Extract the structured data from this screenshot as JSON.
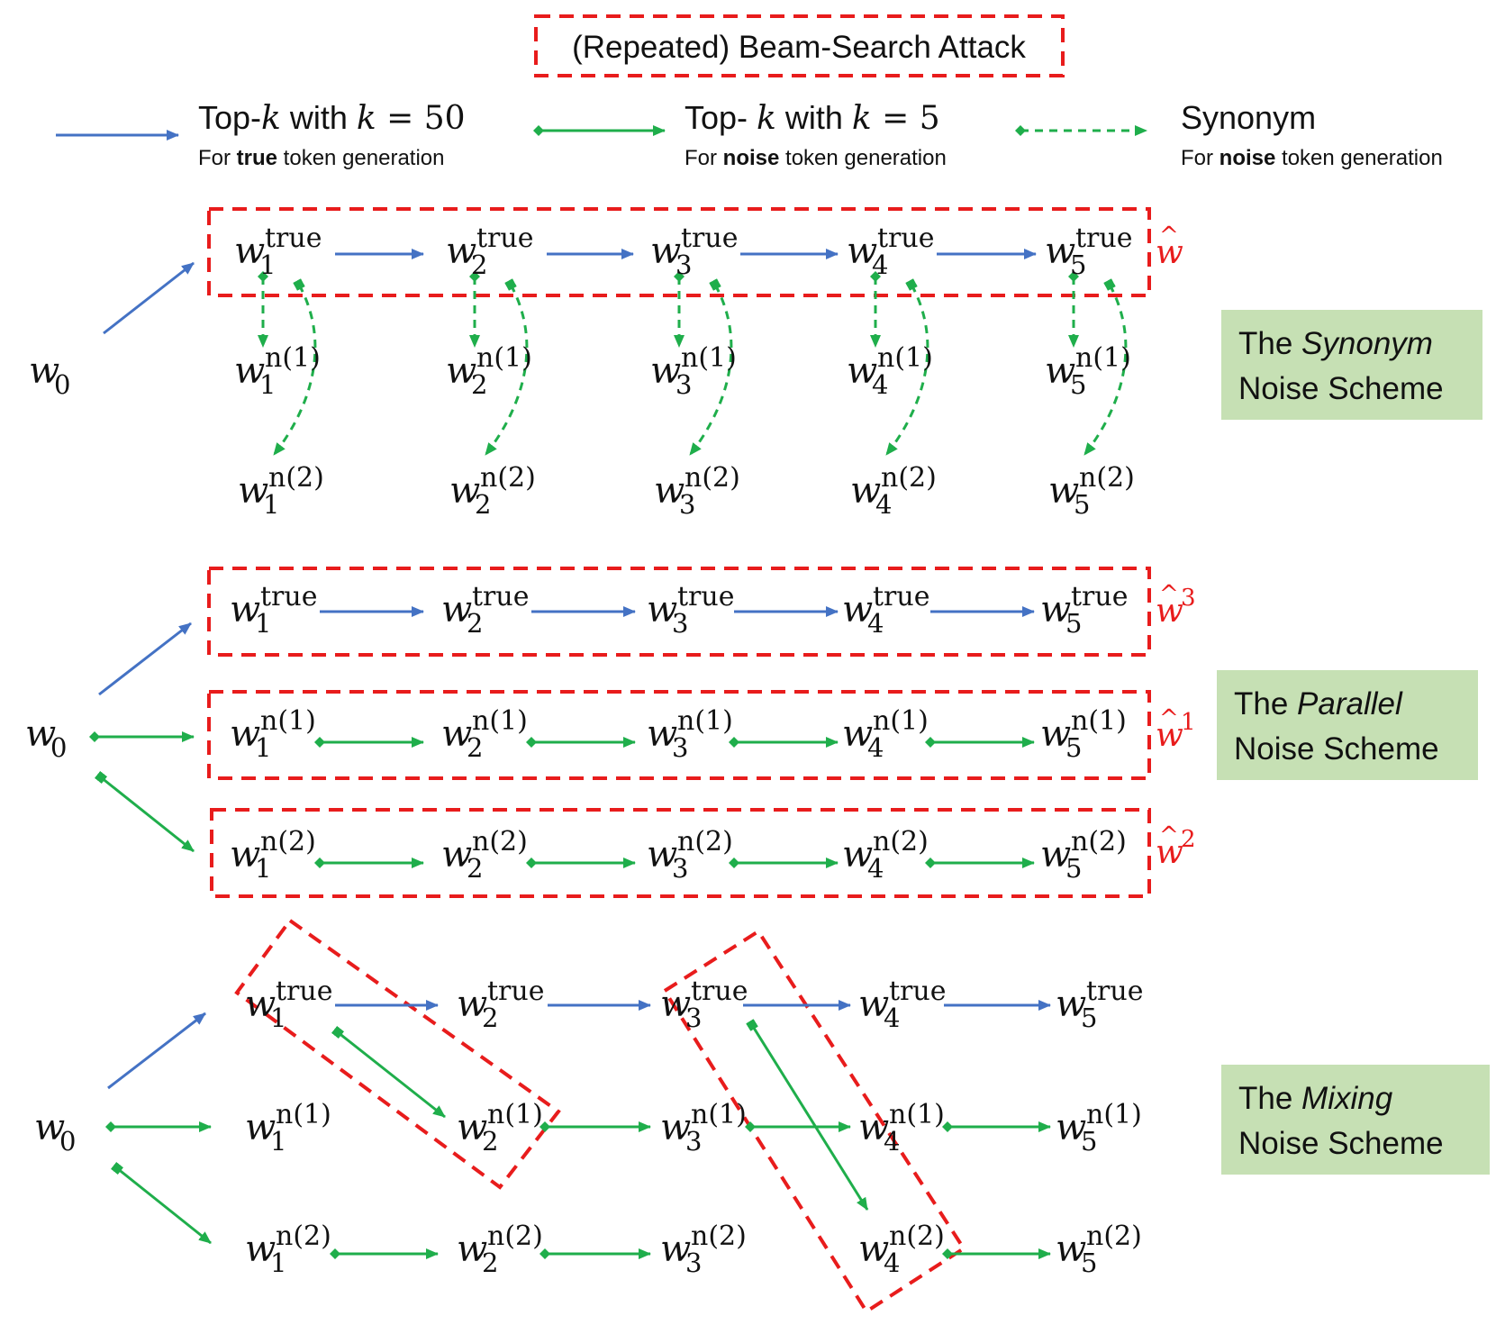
{
  "title": "(Repeated) Beam-Search Attack",
  "legend": [
    {
      "main_pre": "Top-",
      "k": "k",
      "main_mid": " with ",
      "k2": "k",
      "eq": " = 50",
      "sub_pre": "For ",
      "sub_bold": "true",
      "sub_post": " token generation",
      "color": "#4472c4",
      "style": "solid"
    },
    {
      "main_pre": "Top- ",
      "k": "k",
      "main_mid": " with ",
      "k2": "k",
      "eq": " = 5",
      "sub_pre": "For ",
      "sub_bold": "noise",
      "sub_post": " token generation",
      "color": "#1fae4b",
      "style": "solid-diamond"
    },
    {
      "main_pre": "Synonym",
      "k": "",
      "main_mid": "",
      "k2": "",
      "eq": "",
      "sub_pre": "For ",
      "sub_bold": "noise",
      "sub_post": " token generation",
      "color": "#1fae4b",
      "style": "dashed-diamond"
    }
  ],
  "tokens": {
    "w": "w",
    "w0_sub": "0",
    "true": "true",
    "n1": "n(1)",
    "n2": "n(2)",
    "indices": [
      "1",
      "2",
      "3",
      "4",
      "5"
    ]
  },
  "hat": {
    "symbol": "w",
    "accent": "^",
    "labels": [
      "",
      "3",
      "1",
      "2"
    ]
  },
  "schemes": [
    {
      "pre": "The ",
      "italic": "Synonym",
      "line2": "Noise Scheme"
    },
    {
      "pre": "The ",
      "italic": "Parallel",
      "line2": "Noise Scheme"
    },
    {
      "pre": "The ",
      "italic": "Mixing",
      "line2": "Noise Scheme"
    }
  ],
  "colors": {
    "blue": "#4472c4",
    "green": "#1fae4b",
    "red": "#e81c1c",
    "scheme_bg": "#c6e0b4"
  }
}
